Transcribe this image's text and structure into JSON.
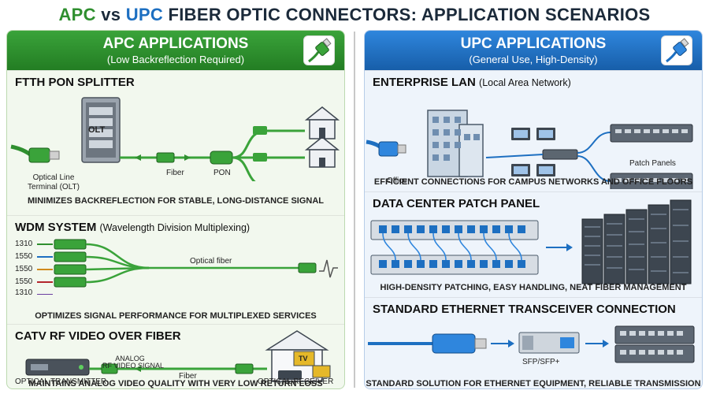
{
  "title": {
    "apc": "APC",
    "vs": "vs",
    "upc": "UPC",
    "rest": "FIBER OPTIC CONNECTORS: APPLICATION SCENARIOS"
  },
  "colors": {
    "apc_green": "#2f8f2f",
    "upc_blue": "#1d6fc1"
  },
  "apc": {
    "header": "APC APPLICATIONS",
    "subheader": "(Low Backreflection Required)",
    "badge_icon": "green-apc-connector-icon",
    "sections": [
      {
        "title": "FTTH PON SPLITTER",
        "labels": {
          "olt": "OLT",
          "olt_caption_1": "Optical Line",
          "olt_caption_2": "Terminal (OLT)",
          "fiber": "Fiber",
          "pon": "PON"
        },
        "footer": "MINIMIZES BACKREFLECTION FOR STABLE, LONG-DISTANCE SIGNAL"
      },
      {
        "title": "WDM SYSTEM",
        "subtitle": "(Wavelength Division Multiplexing)",
        "wavelengths": [
          "1310",
          "1550",
          "1550",
          "1550",
          "1310"
        ],
        "labels": {
          "optical_fiber": "Optical fiber"
        },
        "footer": "OPTIMIZES SIGNAL PERFORMANCE FOR MULTIPLEXED SERVICES"
      },
      {
        "title": "CATV RF VIDEO OVER FIBER",
        "labels": {
          "analog": "ANALOG",
          "rf_signal": "RF VIDEO SIGNAL",
          "fiber": "Fiber",
          "transmitter": "OPTICAL TRANSMITTER",
          "receiver": "OPTICAL RECEIVER",
          "tv": "TV"
        },
        "footer": "MAINTAINS ANALOG VIDEO QUALITY WITH VERY LOW RETURN LOSS"
      }
    ]
  },
  "upc": {
    "header": "UPC APPLICATIONS",
    "subheader": "(General Use, High-Density)",
    "badge_icon": "blue-upc-connector-icon",
    "sections": [
      {
        "title": "ENTERPRISE LAN",
        "subtitle": "(Local Area Network)",
        "labels": {
          "office": "Office",
          "patch_panels": "Patch Panels"
        },
        "footer": "EFFICIENT CONNECTIONS FOR CAMPUS NETWORKS AND OFFICE FLOORS"
      },
      {
        "title": "DATA CENTER PATCH PANEL",
        "footer": "HIGH-DENSITY PATCHING, EASY HANDLING, NEAT FIBER MANAGEMENT"
      },
      {
        "title": "STANDARD ETHERNET TRANSCEIVER CONNECTION",
        "labels": {
          "sfp": "SFP/SFP+"
        },
        "footer": "STANDARD SOLUTION FOR ETHERNET EQUIPMENT, RELIABLE TRANSMISSION"
      }
    ]
  }
}
